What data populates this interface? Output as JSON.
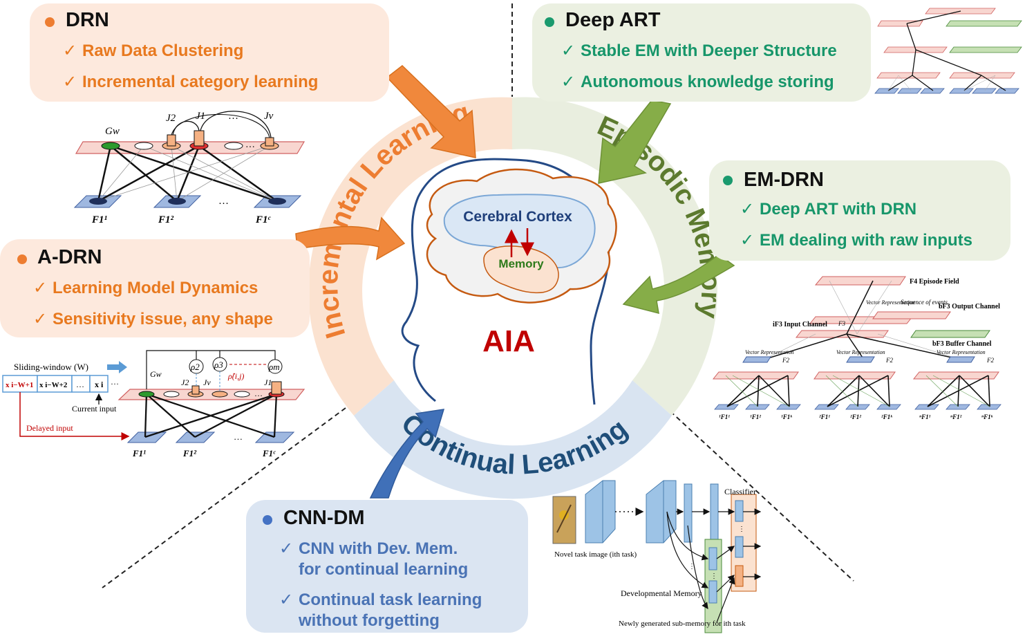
{
  "center": {
    "title": "AIA",
    "brain_upper": "Cerebral Cortex",
    "brain_lower": "Memory"
  },
  "ring": {
    "left": "Incremental Learning",
    "right": "Episodic Memory",
    "bottom": "Continual Learning"
  },
  "cards": {
    "drn": {
      "title": "DRN",
      "items": [
        "Raw Data Clustering",
        "Incremental category learning"
      ]
    },
    "adrn": {
      "title": "A-DRN",
      "items": [
        "Learning Model Dynamics",
        "Sensitivity issue, any shape"
      ]
    },
    "deepart": {
      "title": "Deep ART",
      "items": [
        "Stable EM with Deeper Structure",
        "Autonomous knowledge storing"
      ]
    },
    "emdrn": {
      "title": "EM-DRN",
      "items": [
        "Deep ART with DRN",
        "EM dealing with raw inputs"
      ]
    },
    "cnndm": {
      "title": "CNN-DM",
      "items": [
        "CNN with Dev. Mem.\nfor continual learning",
        "Continual task learning\nwithout forgetting"
      ]
    }
  },
  "check_mark": "✓",
  "figures": {
    "drn": {
      "gw": "Gw",
      "j2": "J2",
      "j1": "J1",
      "dots": "…",
      "jv": "Jv",
      "f1": "F1¹",
      "f2": "F1²",
      "fc": "F1ᶜ"
    },
    "adrn": {
      "window_label": "Sliding-window (W)",
      "cells": [
        "x i−W+1",
        "x i−W+2",
        "…",
        "x i",
        "…"
      ],
      "current_input": "Current input",
      "delayed_input": "Delayed input",
      "gw": "Gw",
      "j2": "J2",
      "jv": "Jv",
      "j1": "J1",
      "rho2": "ρ2",
      "rho3": "ρ3",
      "rhom": "ρm",
      "rho_hat": "ρ̂(i,j)",
      "f1": "F1¹",
      "f2": "F1²",
      "fc": "F1ᶜ",
      "dots": "…"
    },
    "emdrn": {
      "episode_field": "F4 Episode Field",
      "vector_rep": "Vector Representation",
      "sequence": "Sequence of events",
      "output_channel": "bF3 Output Channel",
      "input_channel": "iF3 Input Channel",
      "buffer_channel": "bF3 Buffer Channel",
      "f3": "F3",
      "f2": "F2",
      "bottom": [
        "¹F1¹",
        "¹F1²",
        "¹F1ᵏ",
        "²F1¹",
        "²F1²",
        "²F1ᵏ",
        "ⁿF1¹",
        "ⁿF1²",
        "ⁿF1ᵏ"
      ]
    },
    "cnndm": {
      "novel_task": "Novel task image (ith task)",
      "classifier": "Classifier",
      "dev_memory": "Developmental Memory",
      "new_sub": "Newly generated sub-memory for ith task"
    }
  },
  "colors": {
    "orange": "#ed7d31",
    "orange_light": "#fbe2d0",
    "green": "#7aa23c",
    "green_light": "#e9eedf",
    "blue": "#3a6cb0",
    "blue_light": "#d9e4f1",
    "red": "#c00000",
    "dark_green_text": "#5c7a2e",
    "dark_blue_text": "#1f4e79"
  }
}
